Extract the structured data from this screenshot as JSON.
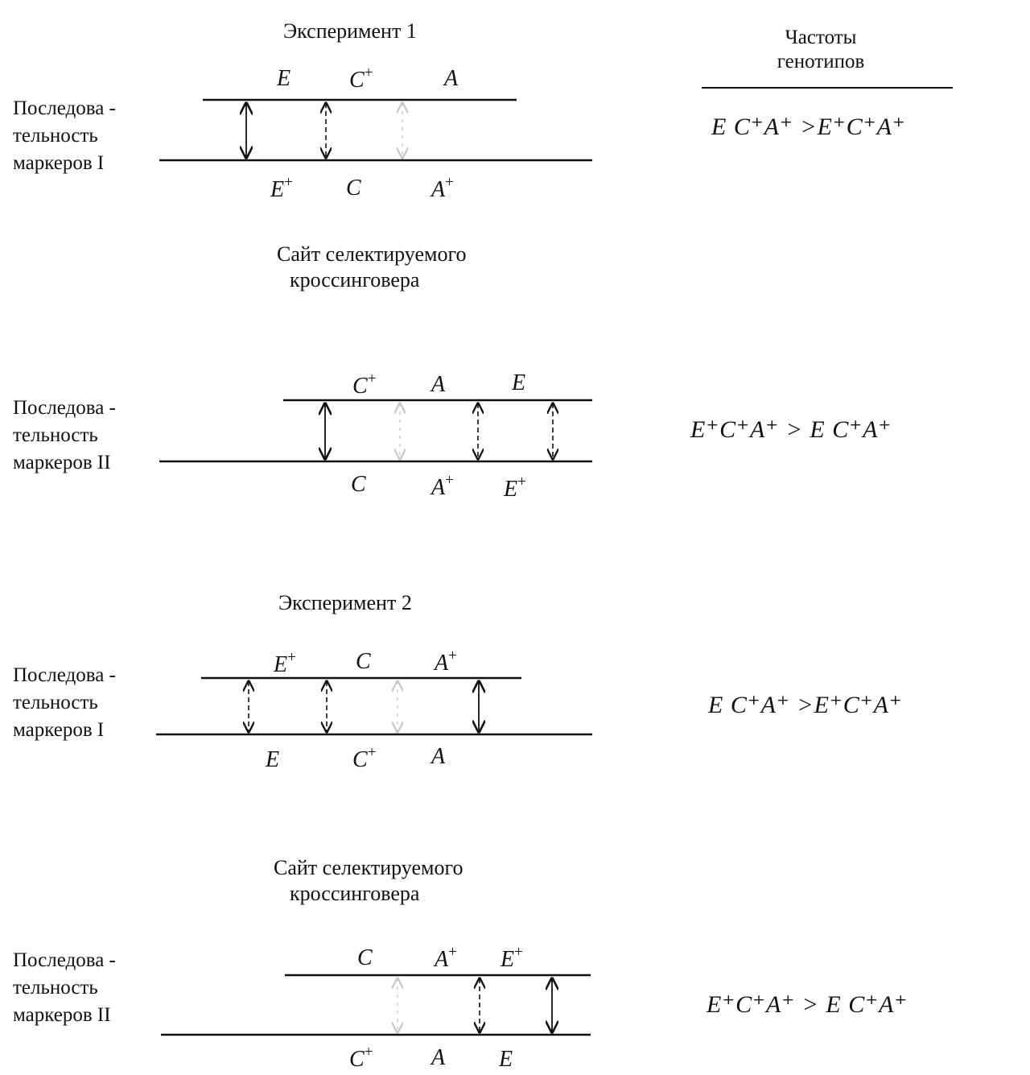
{
  "experiment1": {
    "title": "Эксперимент  1",
    "site_label_line1": "Сайт селектируемого",
    "site_label_line2": "кроссинговера"
  },
  "experiment2": {
    "title": "Эксперимент  2",
    "site_label_line1": "Сайт  селектируемого",
    "site_label_line2": "кроссинговера"
  },
  "frequency_header": {
    "line1": "Частоты",
    "line2": "генотипов"
  },
  "sequence_labels": {
    "line1": "Последова -",
    "line2": "тельность",
    "line3_I": "маркеров I",
    "line3_II": "маркеров II",
    "line3_II_last": "маркеров  II"
  },
  "formulas": {
    "f1": "E C⁺A⁺ >E⁺C⁺A⁺",
    "f2": "E⁺C⁺A⁺ > E C⁺A⁺",
    "f3": "E C⁺A⁺ >E⁺C⁺A⁺",
    "f4": "E⁺C⁺A⁺ > E C⁺A⁺"
  },
  "markers": {
    "E": "E",
    "C": "C",
    "A": "A",
    "plus": "+"
  }
}
